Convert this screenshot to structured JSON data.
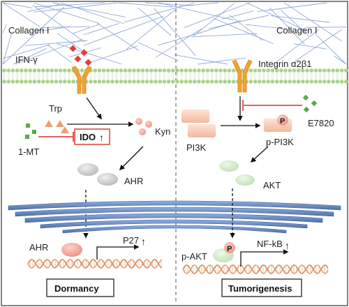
{
  "left_panel": {
    "collagen": "Collagen I",
    "ligand": "IFN-γ",
    "substrate": "Trp",
    "enzyme": "IDO",
    "inhibitor": "1-MT",
    "product": "Kyn",
    "receptor_cytoplasm": "AHR",
    "receptor_nucleus": "AHR",
    "target_gene": "P27",
    "outcome": "Dormancy"
  },
  "right_panel": {
    "collagen": "Collagen I",
    "receptor": "Integrin α2β1",
    "inhibitor": "E7820",
    "kinase": "PI3K",
    "phospho_kinase": "p-PI3K",
    "phospho_mark": "P",
    "effector": "AKT",
    "phospho_effector": "p-AKT",
    "phospho_mark_2": "P",
    "target_gene": "NF-kB",
    "outcome": "Tumorigenesis"
  },
  "up_arrow_glyph": "↑",
  "colors": {
    "collagen_fiber": "#8fa9d6",
    "membrane_head": "#a8d38a",
    "receptor": "#f0a233",
    "ligand": "#e8393c",
    "inhibitor_arrow": "#d9302b",
    "small_molecule": "#59a84a",
    "er": "#6f8fc4",
    "pink_molecule": "#f3a59c",
    "gray_molecule": "#c9c9c9",
    "green_molecule": "#cfe9c4",
    "kinase_box": "#f7c9b2"
  }
}
